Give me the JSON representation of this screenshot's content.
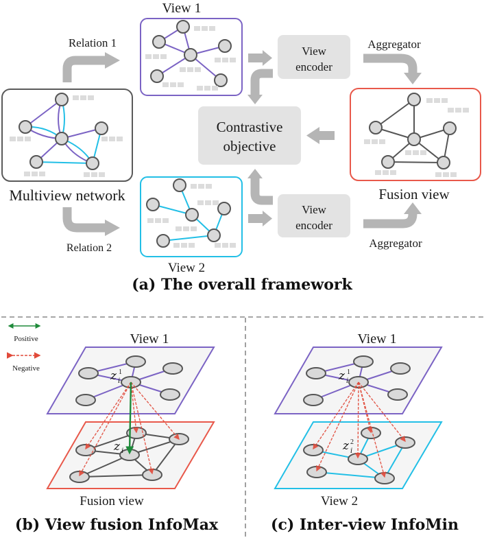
{
  "colors": {
    "view1": "#7b63c4",
    "view2": "#22bfe6",
    "fusion": "#e8584a",
    "multiview": "#5a5a5a",
    "arrow": "#b5b5b5",
    "box": "#e3e3e3",
    "node_fill": "#d9d9d9",
    "node_stroke": "#555555",
    "feature": "#dcdcdc",
    "positive": "#1e8a3a",
    "negative": "#e14a3a"
  },
  "panel_a": {
    "multiview_label": "Multiview network",
    "view1_label": "View 1",
    "view2_label": "View 2",
    "relation1_label": "Relation 1",
    "relation2_label": "Relation 2",
    "encoder_top": [
      "View",
      "encoder"
    ],
    "encoder_bottom": [
      "View",
      "encoder"
    ],
    "contrastive": [
      "Contrastive",
      "objective"
    ],
    "aggregator_top": "Aggregator",
    "aggregator_bottom": "Aggregator",
    "fusion_label": "Fusion view",
    "caption": "(a) The overall framework"
  },
  "panel_b": {
    "legend_positive": "Positive",
    "legend_negative": "Negative",
    "top_label": "View 1",
    "bottom_label": "Fusion view",
    "anchor_symbol": "z",
    "anchor_sub": "i",
    "anchor_sup": "1",
    "target_symbol": "z",
    "target_sub": "i",
    "caption": "(b) View fusion InfoMax"
  },
  "panel_c": {
    "top_label": "View 1",
    "bottom_label": "View 2",
    "anchor_symbol": "z",
    "anchor_sub": "i",
    "anchor_sup": "1",
    "target_symbol": "z",
    "target_sub": "i",
    "target_sup": "2",
    "caption": "(c)  Inter-view InfoMin"
  }
}
